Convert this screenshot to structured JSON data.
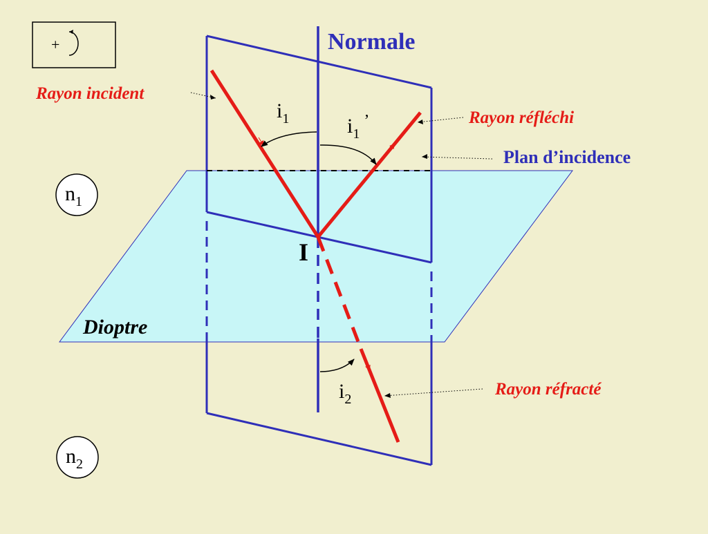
{
  "labels": {
    "normale": "Normale",
    "rayon_incident": "Rayon incident",
    "rayon_reflechi": "Rayon réfléchi",
    "plan_incidence": "Plan d’incidence",
    "rayon_refracte": "Rayon réfracté",
    "dioptre": "Dioptre",
    "point_I": "I"
  },
  "angles": {
    "i1": {
      "base": "i",
      "sub": "1"
    },
    "i1_prime": {
      "base": "i",
      "sub": "1",
      "prime": "’"
    },
    "i2": {
      "base": "i",
      "sub": "2"
    }
  },
  "media": {
    "n1": {
      "base": "n",
      "sub": "1"
    },
    "n2": {
      "base": "n",
      "sub": "2"
    }
  },
  "orientation_box": {
    "sign": "+"
  },
  "colors": {
    "background": "#f1efcf",
    "plane_fill": "#c8f6f7",
    "blue": "#2f2fb8",
    "red": "#e51c17"
  }
}
